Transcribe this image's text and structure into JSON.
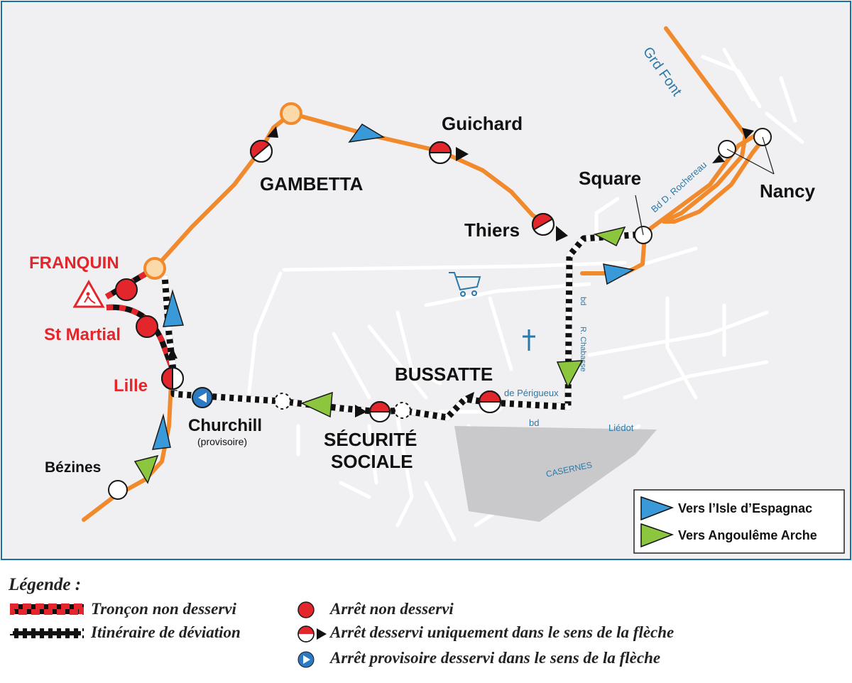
{
  "colors": {
    "route": "#f08a2c",
    "stop_red": "#e2262b",
    "label_red": "#e2262b",
    "provisional_blue": "#2c7ac4",
    "arrow_blue": "#3a9ad9",
    "arrow_green": "#8cc63f",
    "street_blue": "#2b79a8",
    "map_bg": "#f0f0f2",
    "frame": "#1f6fa0"
  },
  "stops": {
    "gambetta": "GAMBETTA",
    "guichard": "Guichard",
    "thiers": "Thiers",
    "square": "Square",
    "nancy": "Nancy",
    "franquin": "FRANQUIN",
    "st_martial": "St Martial",
    "lille": "Lille",
    "churchill": "Churchill",
    "churchill_note": "(provisoire)",
    "bezines": "Bézines",
    "bussatte": "BUSSATTE",
    "securite_line1": "SÉCURITÉ",
    "securite_line2": "SOCIALE"
  },
  "streets": {
    "grd_font": "Grd Font",
    "bd_rochereau": "Bd  D. Rochereau",
    "bd": "bd",
    "r_chabasse": "R. Chabasse",
    "de_perigueux": "de Périgueux",
    "bd_lower": "bd",
    "liedot": "Liédot",
    "casernes": "CASERNES"
  },
  "direction_legend": {
    "to_isle": "Vers l’Isle d’Espagnac",
    "to_angouleme": "Vers Angoulême Arche"
  },
  "legend": {
    "title": "Légende :",
    "not_served_section": "Tronçon non desservi",
    "diversion_route": "Itinéraire de déviation",
    "stop_not_served": "Arrêt non desservi",
    "stop_one_direction": "Arrêt desservi uniquement dans le sens de la flèche",
    "provisional_stop": "Arrêt provisoire desservi dans le sens de la flèche"
  }
}
